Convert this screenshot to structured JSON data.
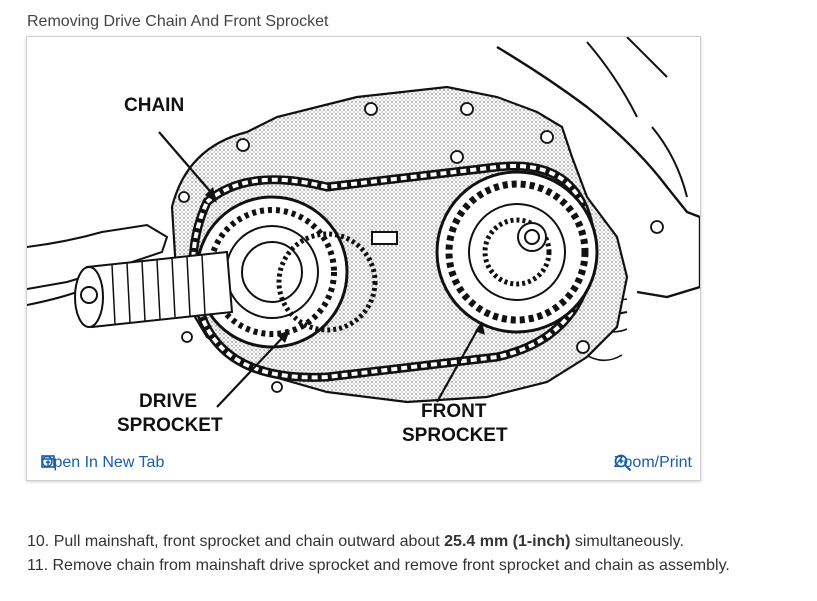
{
  "figure": {
    "caption": "Removing Drive Chain And Front Sprocket",
    "labels": {
      "chain": "CHAIN",
      "drive_line1": "DRIVE",
      "drive_line2": "SPROCKET",
      "front_line1": "FRONT",
      "front_line2": "SPROCKET"
    },
    "open_tab_label": "Open In New Tab",
    "zoom_label": "Zoom/Print"
  },
  "steps": [
    {
      "prefix": "10. Pull mainshaft, front sprocket and chain outward about ",
      "bold": "25.4 mm (1-inch)",
      "suffix": " simultaneously."
    },
    {
      "text": "11. Remove chain from mainshaft drive sprocket and remove front sprocket and chain as assembly."
    }
  ],
  "colors": {
    "link": "#1a5ea8",
    "border": "#cfcfcf"
  }
}
